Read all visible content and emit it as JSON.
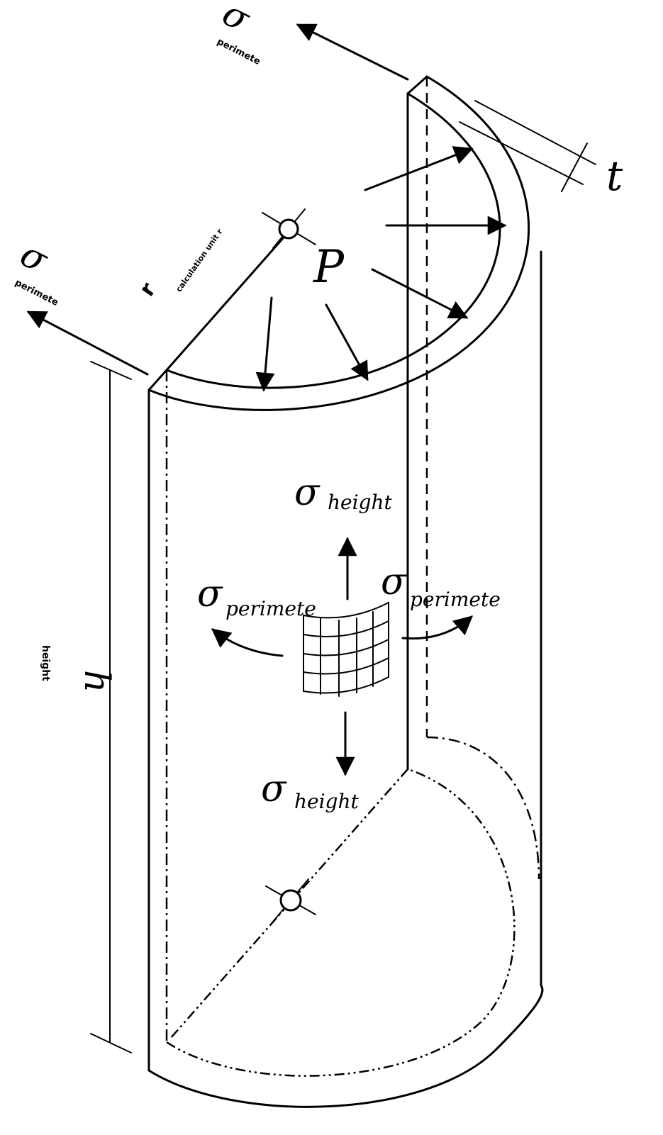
{
  "labels": {
    "sigma_symbol": "σ",
    "perimeter_top_sub": "perimete",
    "perimeter_left_sub": "perimete",
    "perimeter_mid_left_sub": "perimete",
    "perimeter_mid_right_sub": "perimete",
    "height_top_sub": "height",
    "height_bottom_sub": "height",
    "pressure": "P",
    "thickness": "t",
    "radius_symbol": "r",
    "radius_note": "calculation unit r",
    "height_symbol": "h",
    "height_note": "height"
  }
}
